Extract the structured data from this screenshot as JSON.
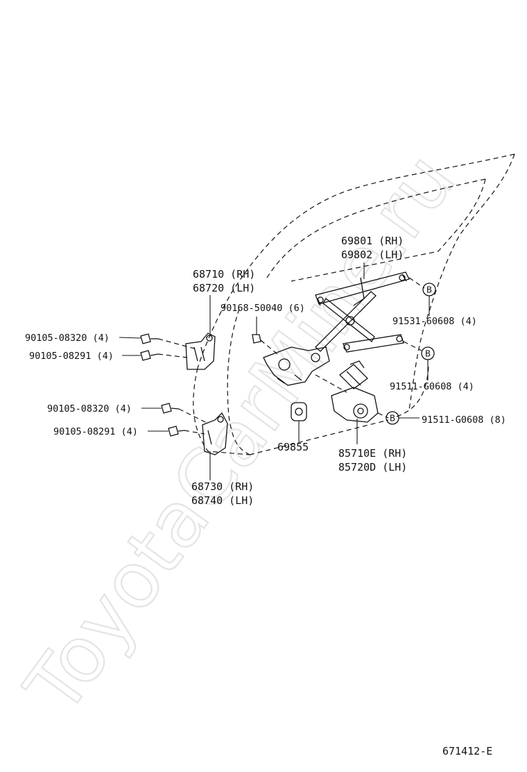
{
  "watermark": "ToyotaCarMine.ru",
  "diagram_code": "671412-E",
  "labels": {
    "regulator_rh": "69801 (RH)",
    "regulator_lh": "69802 (LH)",
    "hinge_upper_rh": "68710 (RH)",
    "hinge_upper_lh": "68720 (LH)",
    "bolt_center": "90168-50040 (6)",
    "bolt_a1": "90105-08320 (4)",
    "bolt_a2": "90105-08291 (4)",
    "bolt_b1": "90105-08320 (4)",
    "bolt_b2": "90105-08291 (4)",
    "screw_upper": "91531-60608 (4)",
    "screw_middle": "91511-G0608 (4)",
    "screw_lower": "91511-G0608 (8)",
    "grommet": "69855",
    "motor_rh": "85710E (RH)",
    "motor_lh": "85720D (LH)",
    "hinge_lower_rh": "68730 (RH)",
    "hinge_lower_lh": "68740 (LH)"
  },
  "ref_marker": "B"
}
